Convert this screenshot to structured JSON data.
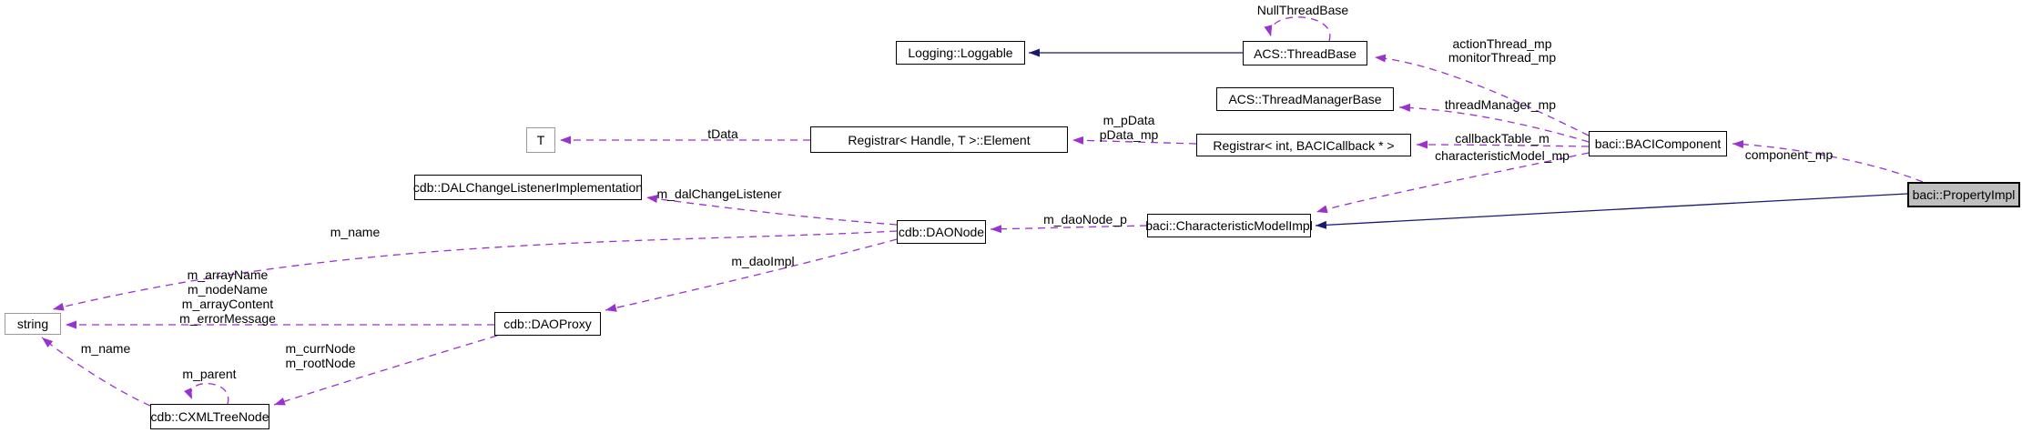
{
  "diagram": {
    "type": "doxygen-collaboration-graph",
    "colors": {
      "association_edge": "#9a32cd",
      "inheritance_edge": "#191970",
      "node_border": "#000000",
      "external_node_border": "#9a9a9a",
      "current_node_fill": "#bfbfbf",
      "background": "#ffffff"
    },
    "nodes": {
      "loggable": {
        "label": "Logging::Loggable"
      },
      "threadbase": {
        "label": "ACS::ThreadBase"
      },
      "threadmanagerbase": {
        "label": "ACS::ThreadManagerBase"
      },
      "t": {
        "label": "T"
      },
      "element": {
        "label": "Registrar< Handle, T >::Element"
      },
      "registrar_int": {
        "label": "Registrar< int, BACICallback * >"
      },
      "bacicomponent": {
        "label": "baci::BACIComponent"
      },
      "propertyimpl": {
        "label": "baci::PropertyImpl"
      },
      "dalchange": {
        "label": "cdb::DALChangeListenerImplementation"
      },
      "daonode": {
        "label": "cdb::DAONode"
      },
      "charmodel": {
        "label": "baci::CharacteristicModelImpl"
      },
      "string": {
        "label": "string"
      },
      "daoproxy": {
        "label": "cdb::DAOProxy"
      },
      "cxmltreenode": {
        "label": "cdb::CXMLTreeNode"
      }
    },
    "edge_labels": {
      "null_thread_base": "NullThreadBase",
      "action_thread": "actionThread_mp",
      "monitor_thread": "monitorThread_mp",
      "thread_manager": "threadManager_mp",
      "m_pdata": "m_pData",
      "pdata_mp": "pData_mp",
      "tdata": "tData",
      "callback_table": "callbackTable_m",
      "characteristic_model": "characteristicModel_mp",
      "component_mp": "component_mp",
      "m_dal_change_listener": "m_dalChangeListener",
      "m_daonode_p": "m_daoNode_p",
      "m_name_top": "m_name",
      "m_array_name": "m_arrayName",
      "m_node_name": "m_nodeName",
      "m_array_content": "m_arrayContent",
      "m_error_message": "m_errorMessage",
      "m_dao_impl": "m_daoImpl",
      "m_name_bottom": "m_name",
      "m_curr_node": "m_currNode",
      "m_root_node": "m_rootNode",
      "m_parent": "m_parent"
    }
  }
}
